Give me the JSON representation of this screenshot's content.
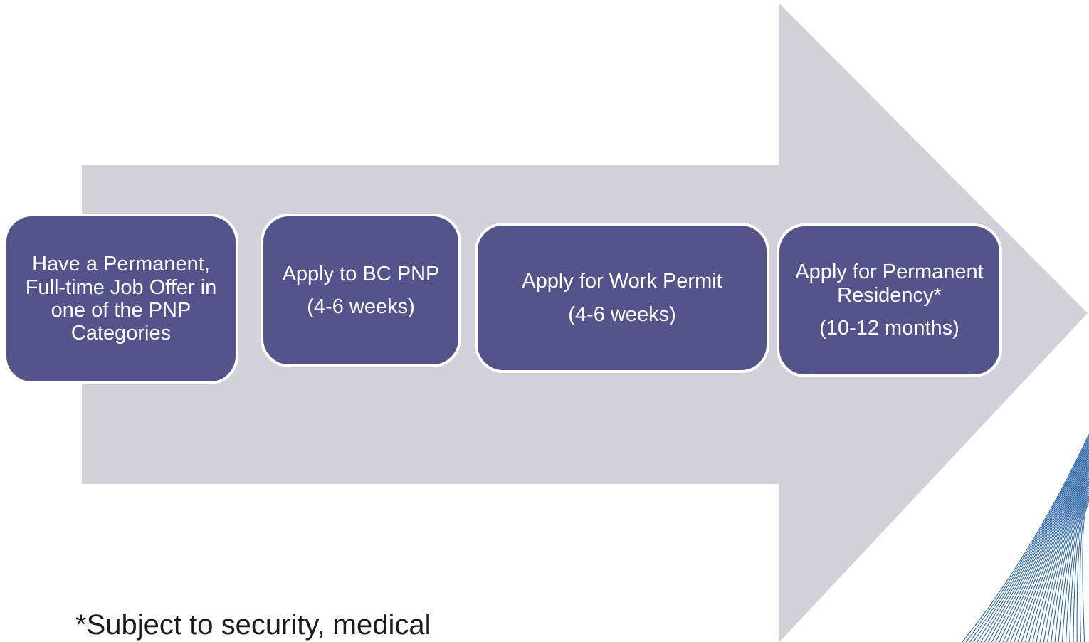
{
  "diagram": {
    "colors": {
      "arrow": "#d1d1d9",
      "box": "#55548a",
      "box_border": "#ffffff",
      "box_text": "#ffffff",
      "decor_lines": "#1f5c9e"
    },
    "steps": [
      {
        "title": "Have a Permanent, Full-time Job Offer in one of the PNP Categories",
        "duration": ""
      },
      {
        "title": "Apply to BC PNP",
        "duration": "(4-6 weeks)"
      },
      {
        "title": "Apply for Work Permit",
        "duration": "(4-6 weeks)"
      },
      {
        "title": "Apply for Permanent Residency*",
        "duration": "(10-12 months)"
      }
    ]
  },
  "footnote": "*Subject to security, medical",
  "decoration": {
    "icon": "striped-swoosh-graphic"
  }
}
